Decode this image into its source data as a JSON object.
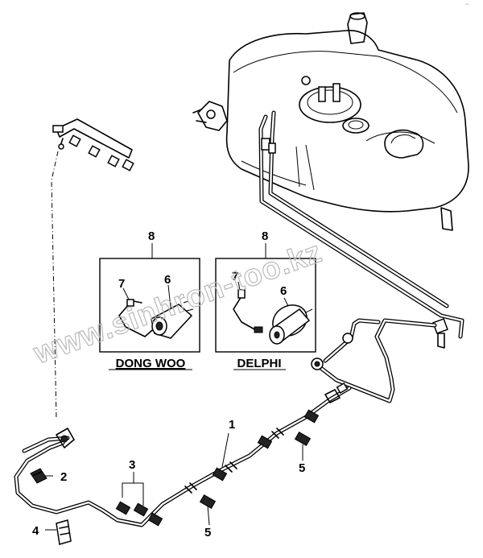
{
  "diagram": {
    "watermark": "www.sinhron-too.kz",
    "corner_mark": "~",
    "callouts": {
      "c1": "1",
      "c2": "2",
      "c3": "3",
      "c4": "4",
      "c5a": "5",
      "c5b": "5",
      "c6a": "6",
      "c6b": "6",
      "c7a": "7",
      "c7b": "7",
      "c8a": "8",
      "c8b": "8"
    },
    "filter_boxes": {
      "left_label": "DONG WOO",
      "right_label": "DELPHI"
    }
  }
}
